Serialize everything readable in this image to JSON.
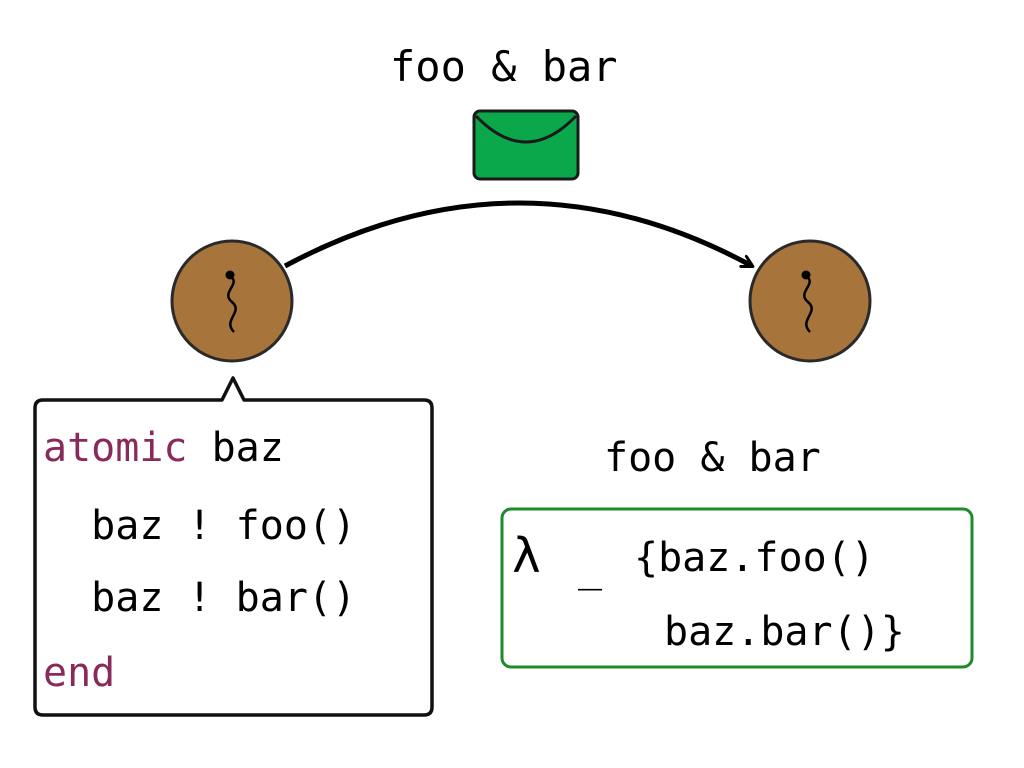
{
  "message_label_top": "foo & bar",
  "message_label_bottom": "foo & bar",
  "colors": {
    "envelope": "#0aa84a",
    "actor_fill": "#a7743c",
    "keyword": "#8a2a5a",
    "lambda_border": "#1e8a2e"
  },
  "icons": [
    "envelope-icon",
    "actor-thread-icon"
  ],
  "sender_code": {
    "keyword_atomic": "atomic",
    "atomic_target": " baz",
    "line2": "  baz ! foo()",
    "line3": "  baz ! bar()",
    "keyword_end": "end"
  },
  "lambda_code": {
    "symbol": "λ",
    "underscore": "_",
    "line1": "{baz.foo()",
    "line2": "baz.bar()}"
  }
}
